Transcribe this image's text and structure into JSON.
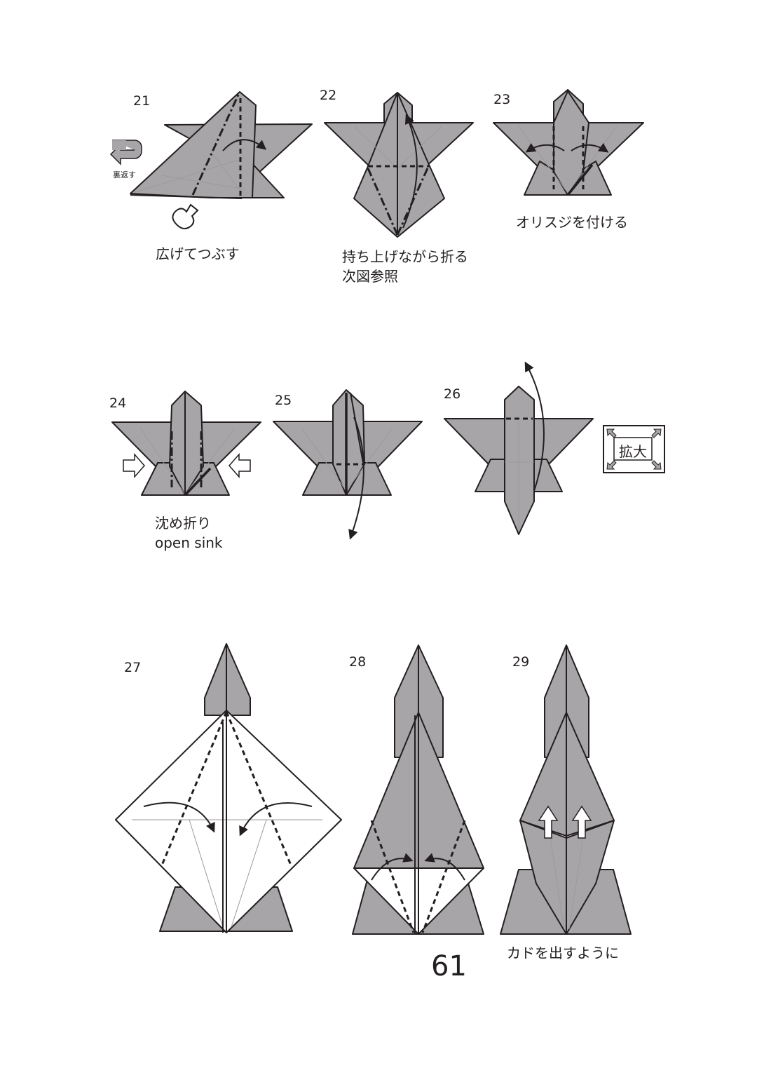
{
  "page_number": "61",
  "steps": [
    {
      "num": "21",
      "caption": [
        "広げてつぶす"
      ]
    },
    {
      "num": "22",
      "caption": [
        "持ち上げながら折る",
        "次図参照"
      ]
    },
    {
      "num": "23",
      "caption": [
        "オリスジを付ける"
      ]
    },
    {
      "num": "24",
      "caption": [
        "沈め折り",
        "open sink"
      ]
    },
    {
      "num": "25",
      "caption": []
    },
    {
      "num": "26",
      "caption": []
    },
    {
      "num": "27",
      "caption": []
    },
    {
      "num": "28",
      "caption": []
    },
    {
      "num": "29",
      "caption": [
        "カドを出すように"
      ]
    }
  ],
  "symbols": {
    "turn_over": "裏返す",
    "enlarge": "拡大"
  },
  "icons": [
    "turn-over-icon",
    "squash-icon",
    "enlarge-icon",
    "push-arrow-icon",
    "fold-arrow-icon",
    "lift-arrow-icon"
  ],
  "colors": {
    "paper_colored": "#a7a5a8",
    "paper_white": "#ffffff",
    "line": "#231f20"
  }
}
